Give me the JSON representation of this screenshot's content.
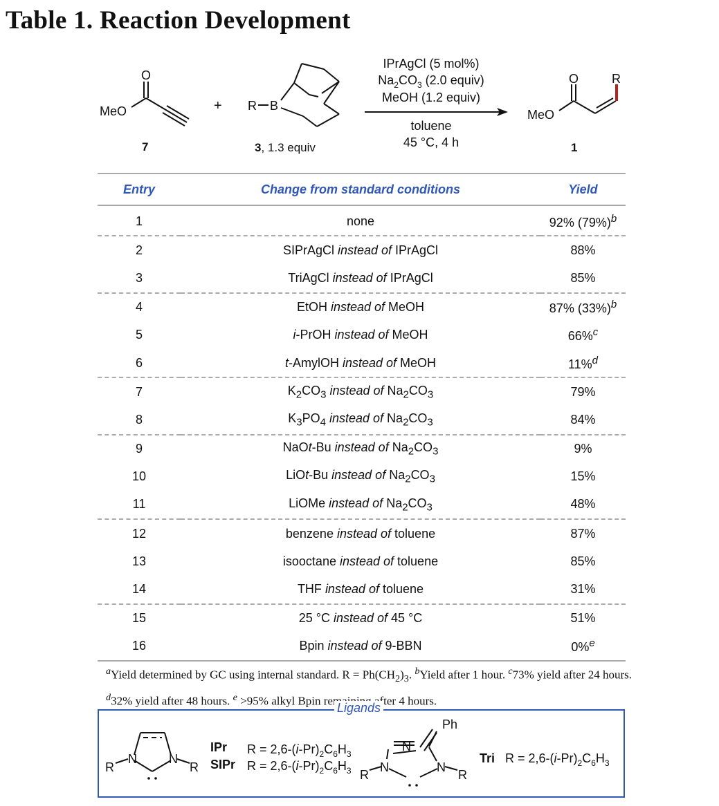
{
  "title": "Table 1. Reaction Development",
  "scheme": {
    "reagents_above": [
      "IPrAgCl (5 mol%)",
      "Na2CO3 (2.0 equiv)",
      "MeOH (1.2 equiv)"
    ],
    "conditions_below": [
      "toluene",
      "45 °C, 4 h"
    ],
    "reactant1_label": "7",
    "reactant2_label": "3",
    "reactant2_equiv": ", 1.3 equiv",
    "product_label": "1",
    "plus": "+",
    "meo": "MeO",
    "o": "O",
    "r": "R",
    "b": "B",
    "accent_color": "#b22222"
  },
  "table": {
    "headers": [
      "Entry",
      "Change from standard conditions",
      "Yield"
    ],
    "header_color": "#2f57b5",
    "rows": [
      {
        "entry": "1",
        "change": "none",
        "yield": "92% (79%)",
        "sup": "b"
      },
      {
        "entry": "2",
        "change": "SIPrAgCl instead of IPrAgCl",
        "yield": "88%"
      },
      {
        "entry": "3",
        "change": "TriAgCl instead of IPrAgCl",
        "yield": "85%"
      },
      {
        "entry": "4",
        "change": "EtOH instead of MeOH",
        "yield": "87% (33%)",
        "sup": "b"
      },
      {
        "entry": "5",
        "change": "i-PrOH instead of MeOH",
        "yield": "66%",
        "sup": "c"
      },
      {
        "entry": "6",
        "change": "t-AmylOH instead of MeOH",
        "yield": "11%",
        "sup": "d"
      },
      {
        "entry": "7",
        "change": "K2CO3 instead of Na2CO3",
        "yield": "79%"
      },
      {
        "entry": "8",
        "change": "K3PO4 instead of Na2CO3",
        "yield": "84%"
      },
      {
        "entry": "9",
        "change": "NaOt-Bu instead of Na2CO3",
        "yield": "9%"
      },
      {
        "entry": "10",
        "change": "LiOt-Bu instead of Na2CO3",
        "yield": "15%"
      },
      {
        "entry": "11",
        "change": "LiOMe instead of Na2CO3",
        "yield": "48%"
      },
      {
        "entry": "12",
        "change": "benzene instead of toluene",
        "yield": "87%"
      },
      {
        "entry": "13",
        "change": "isooctane instead of toluene",
        "yield": "85%"
      },
      {
        "entry": "14",
        "change": "THF instead of toluene",
        "yield": "31%"
      },
      {
        "entry": "15",
        "change": "25 °C instead of 45 °C",
        "yield": "51%"
      },
      {
        "entry": "16",
        "change": "Bpin instead of 9-BBN",
        "yield": "0%",
        "sup": "e"
      }
    ]
  },
  "footnote": {
    "a": "Yield determined by GC using internal standard. R = Ph(CH2)3.",
    "b": "Yield after 1 hour.",
    "c": "73% yield after 24 hours.",
    "d": "32% yield after 48 hours.",
    "e": ">95% alkyl Bpin remaining after 4 hours."
  },
  "ligands": {
    "title": "Ligands",
    "ipr_name": "IPr",
    "sipr_name": "SIPr",
    "tri_name": "Tri",
    "substituent": "R = 2,6-(i-Pr)2C6H3",
    "ph": "Ph",
    "n": "N",
    "r": "R"
  }
}
